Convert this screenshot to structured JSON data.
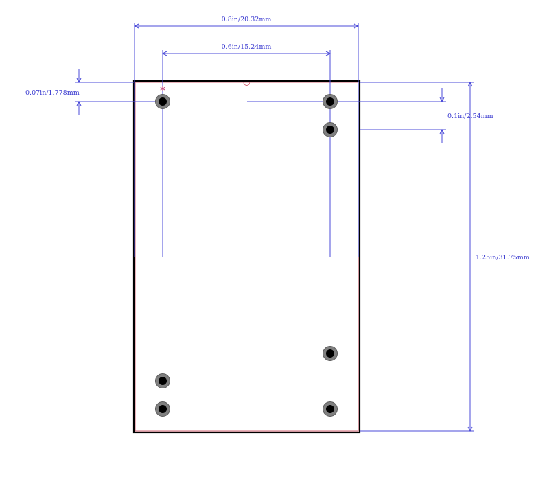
{
  "dimensions": {
    "overall_width": "0.8in/20.32mm",
    "pin_row_spacing": "0.6in/15.24mm",
    "edge_to_pin_offset": "0.07in/1.778mm",
    "pin_pitch": "0.1in/2.54mm",
    "overall_height": "1.25in/31.75mm"
  },
  "markers": {
    "pin1": "*"
  },
  "colors": {
    "dimension": "#4b4bd8",
    "outline": "#000000",
    "silkscreen": "#d06070",
    "pad_ring": "#808080",
    "pad_hole": "#000000",
    "pin1_marker": "#c0306a"
  },
  "pads": [
    {
      "name": "pad-1"
    },
    {
      "name": "pad-2"
    },
    {
      "name": "pad-3"
    },
    {
      "name": "pad-4"
    },
    {
      "name": "pad-5"
    },
    {
      "name": "pad-6"
    },
    {
      "name": "pad-7"
    }
  ]
}
